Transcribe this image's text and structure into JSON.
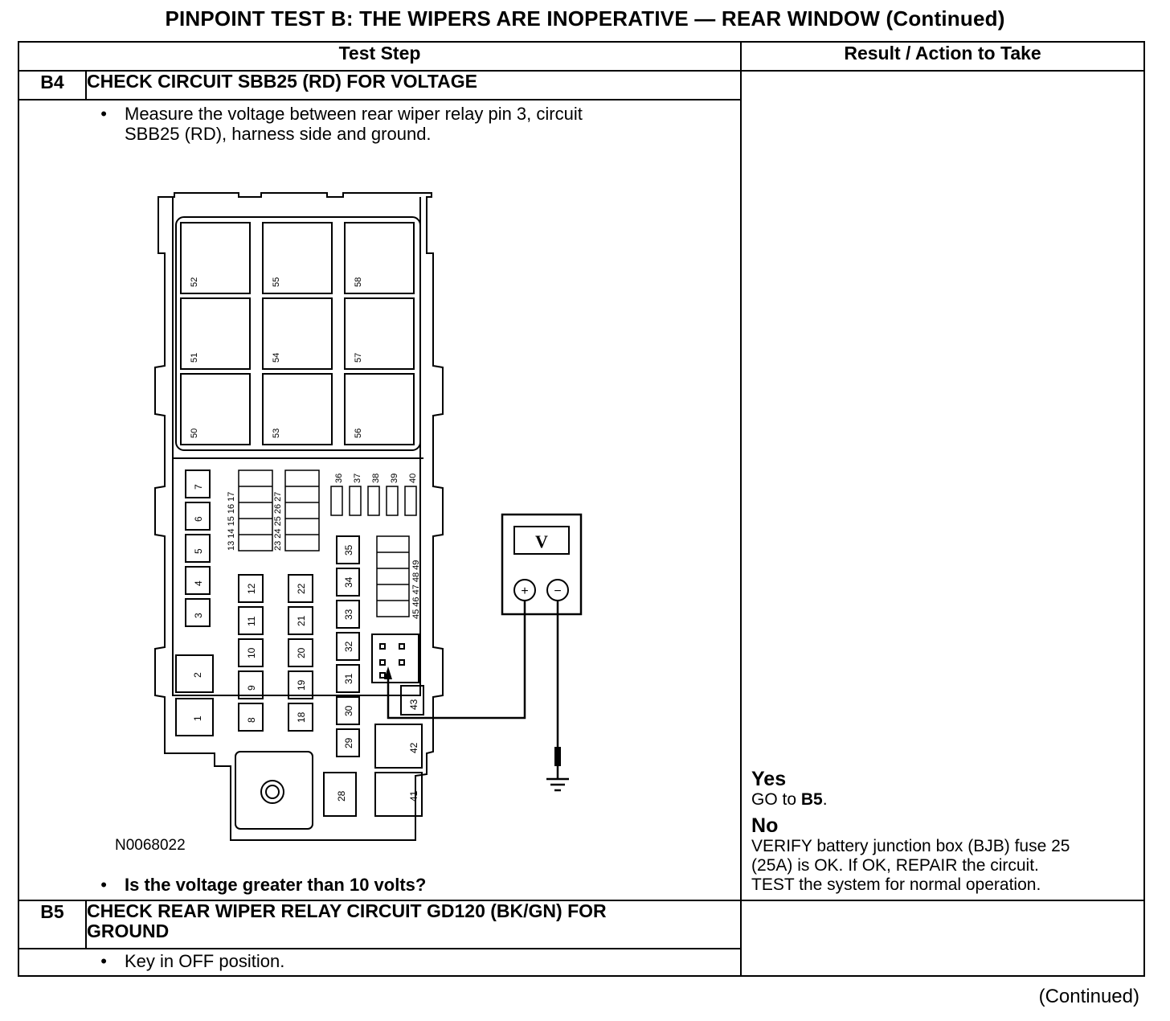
{
  "page": {
    "title": "PINPOINT TEST B: THE WIPERS ARE INOPERATIVE — REAR WINDOW (Continued)",
    "continued": "(Continued)"
  },
  "table": {
    "col_test_step": "Test Step",
    "col_result": "Result / Action to Take"
  },
  "steps": [
    {
      "id": "B4",
      "title": "CHECK CIRCUIT SBB25 (RD) FOR VOLTAGE",
      "bullet_1_line_1": "Measure the voltage between rear wiper relay pin 3, circuit",
      "bullet_1_line_2": "SBB25 (RD), harness side and ground.",
      "question": "Is the voltage greater than 10 volts?",
      "figure_id": "N0068022",
      "yes_label": "Yes",
      "yes_go_text": "GO to ",
      "yes_go_step": "B5",
      "yes_go_end": ".",
      "no_label": "No",
      "no_line_1": "VERIFY battery junction box (BJB) fuse 25",
      "no_line_2": "(25A) is OK. If OK, REPAIR the circuit.",
      "no_line_3": "TEST the system for normal operation."
    },
    {
      "id": "B5",
      "title_line_1": "CHECK REAR WIPER RELAY CIRCUIT GD120 (BK/GN) FOR",
      "title_line_2": "GROUND",
      "bullet_1": "Key in OFF position."
    }
  ],
  "figure": {
    "meter_symbol": "V",
    "meter_plus": "+",
    "meter_minus": "−",
    "relay_labels": [
      "52",
      "55",
      "58",
      "51",
      "54",
      "57",
      "50",
      "53",
      "56"
    ],
    "left_fuses": [
      "7",
      "6",
      "5",
      "4",
      "3"
    ],
    "minifuse_labels": [
      "13 14 15 16 17",
      "23 24 25 26 27"
    ],
    "small_top_fuses": [
      "36",
      "37",
      "38",
      "39",
      "40"
    ],
    "right_minifuses": [
      "45 46 47 48 49"
    ],
    "col_a": [
      "12",
      "11",
      "10",
      "9",
      "8"
    ],
    "col_b": [
      "22",
      "21",
      "20",
      "19",
      "18"
    ],
    "col_c": [
      "35",
      "34",
      "33",
      "32",
      "31",
      "30",
      "29"
    ],
    "big_left": [
      "2",
      "1"
    ],
    "right_box": [
      "43",
      "42",
      "41",
      "28"
    ]
  }
}
